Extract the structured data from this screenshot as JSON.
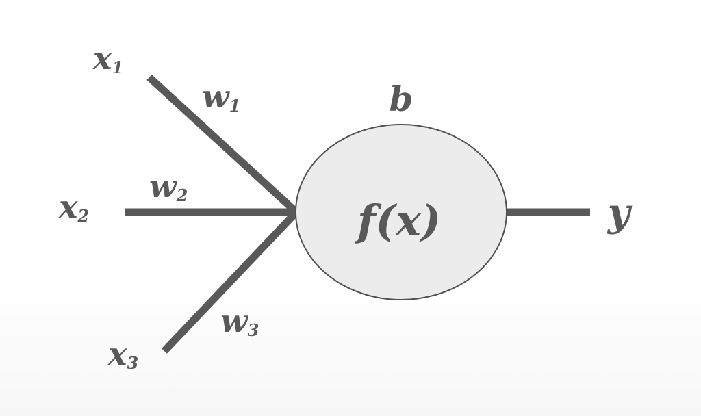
{
  "inputs": [
    {
      "var": "x",
      "index": "1"
    },
    {
      "var": "x",
      "index": "2"
    },
    {
      "var": "x",
      "index": "3"
    }
  ],
  "weights": [
    {
      "var": "w",
      "index": "1"
    },
    {
      "var": "w",
      "index": "2"
    },
    {
      "var": "w",
      "index": "3"
    }
  ],
  "bias": "b",
  "function": "f(x)",
  "output": "y",
  "colors": {
    "stroke": "#595959",
    "node_fill": "#ececec",
    "node_border": "#4f4f4f"
  }
}
